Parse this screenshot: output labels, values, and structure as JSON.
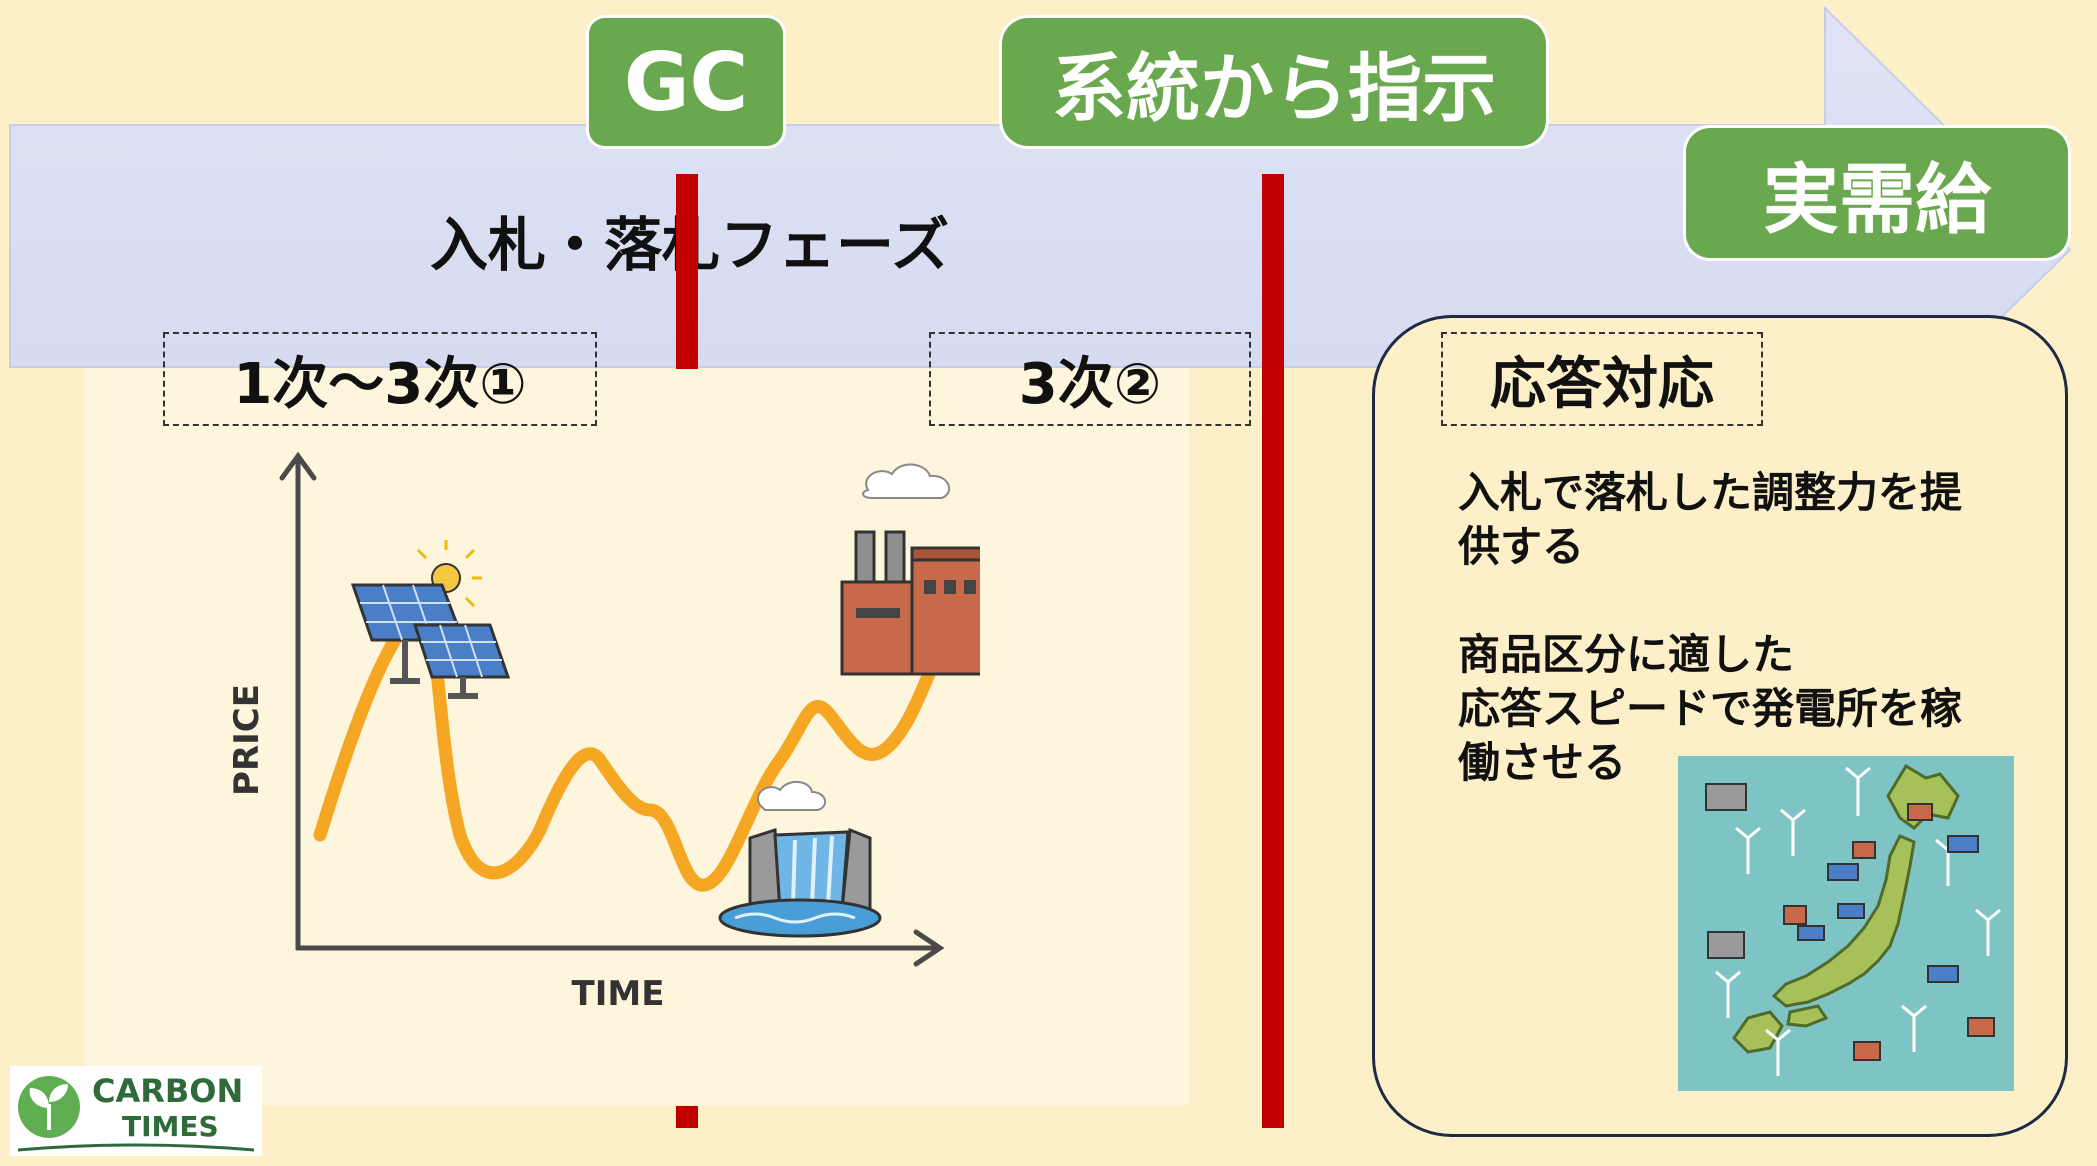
{
  "timeline": {
    "gc_label": "GC",
    "grid_instruction_label": "系統から指示",
    "actual_supply_label": "実需給",
    "phase_label": "入札・落札フェーズ"
  },
  "products": {
    "primary_to_tertiary_label": "1次～3次①",
    "tertiary2_label": "3次②"
  },
  "chart": {
    "y_axis_label": "PRICE",
    "x_axis_label": "TIME"
  },
  "response": {
    "heading": "応答対応",
    "line1": "入札で落札した調整力を提",
    "line2": "供する",
    "line3": "商品区分に適した",
    "line4": "応答スピードで発電所を稼",
    "line5": "働させる"
  },
  "logo": {
    "line1": "CARBON",
    "line2": "TIMES"
  },
  "colors": {
    "background": "#fdf0c8",
    "arrow": "#d9def3",
    "label_green": "#6aa84f",
    "red_line": "#c00000",
    "curve": "#f5a623",
    "map_sea": "#7fc4c4",
    "map_land": "#a7c15a"
  }
}
